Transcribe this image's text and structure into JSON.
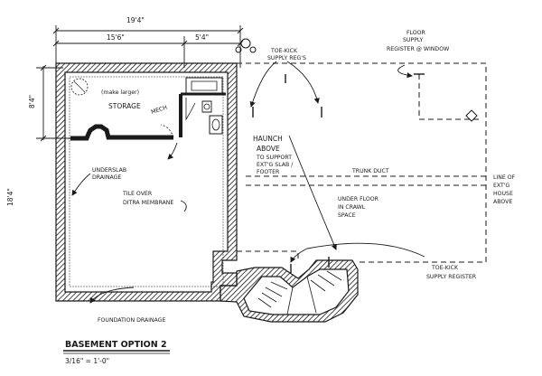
{
  "dimensions": {
    "overall_width": "19'4\"",
    "left_width": "15'6\"",
    "right_width": "5'4\"",
    "storage_depth": "8'4\"",
    "overall_depth": "18'4\""
  },
  "labels": {
    "make_larger": "(make larger)",
    "storage": "STORAGE",
    "mech": "MECH",
    "toe_kick_supply_regs": [
      "TOE-KICK",
      "SUPPLY REG'S"
    ],
    "floor_supply_register": [
      "FLOOR",
      "SUPPLY",
      "REGISTER @ WINDOW"
    ],
    "haunch": [
      "HAUNCH",
      "ABOVE",
      "TO SUPPORT",
      "EXT'G SLAB /",
      "FOOTER"
    ],
    "trunk_duct": "TRUNK DUCT",
    "under_floor": [
      "UNDER FLOOR",
      "IN CRAWL",
      "SPACE"
    ],
    "line_of_house": [
      "LINE OF",
      "EXT'G",
      "HOUSE",
      "ABOVE"
    ],
    "underslab_drainage": [
      "UNDERSLAB",
      "DRAINAGE"
    ],
    "tile_over": [
      "TILE OVER",
      "DITRA MEMBRANE"
    ],
    "toe_kick_register": [
      "TOE-KICK",
      "SUPPLY REGISTER"
    ],
    "foundation_drainage": "FOUNDATION DRAINAGE"
  },
  "title_block": {
    "title": "BASEMENT OPTION 2",
    "scale": "3/16\" = 1'-0\""
  },
  "colors": {
    "ink": "#1a1a1a",
    "paper": "#ffffff"
  }
}
